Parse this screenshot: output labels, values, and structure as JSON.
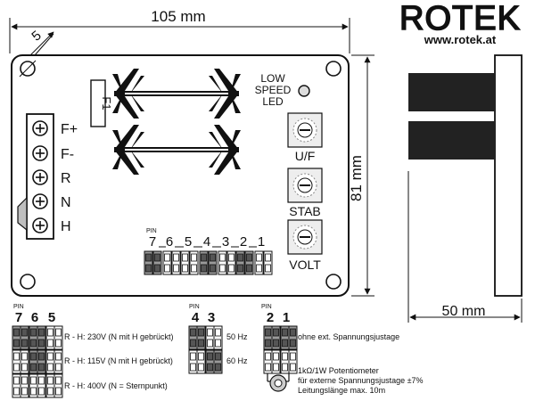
{
  "brand": {
    "name": "ROTEK",
    "url": "www.rotek.at"
  },
  "dimensions": {
    "width": "105 mm",
    "height": "81 mm",
    "depth": "50 mm",
    "hole": "5"
  },
  "board": {
    "fuse": "F1",
    "terminals": [
      "F+",
      "F-",
      "R",
      "N",
      "H"
    ],
    "led": [
      "LOW",
      "SPEED",
      "LED"
    ],
    "pots": [
      "U/F",
      "STAB",
      "VOLT"
    ],
    "pin_header": {
      "label": "PIN",
      "pins": [
        "7",
        "6",
        "5",
        "4",
        "3",
        "2",
        "1"
      ]
    }
  },
  "jumpers": {
    "group_765": {
      "pin_label": "PIN",
      "pins": [
        "7",
        "6",
        "5"
      ],
      "options": [
        "R - H: 230V (N mit H gebrückt)",
        "R - H: 115V (N mit H gebrückt)",
        "R - H: 400V (N = Sternpunkt)"
      ]
    },
    "group_43": {
      "pin_label": "PIN",
      "pins": [
        "4",
        "3"
      ],
      "options": [
        "50 Hz",
        "60 Hz"
      ]
    },
    "group_21": {
      "pin_label": "PIN",
      "pins": [
        "2",
        "1"
      ],
      "options": [
        "ohne ext. Spannungsjustage",
        "1kΩ/1W Potentiometer",
        "für externe Spannungsjustage ±7%",
        "Leitungslänge max. 10m"
      ]
    }
  },
  "colors": {
    "line": "#111111",
    "block": "#222222",
    "jumper_fill": "#bdbdbd",
    "terminal_fill": "#bfbfbf"
  }
}
